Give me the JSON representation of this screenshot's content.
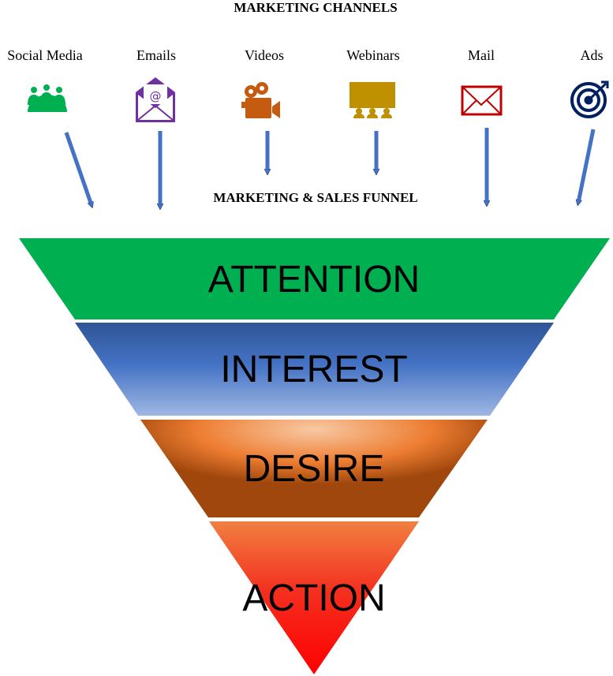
{
  "title": "MARKETING CHANNELS",
  "subtitle": "MARKETING & SALES FUNNEL",
  "channels": [
    {
      "label": "Social Media",
      "icon": "people-group-icon",
      "color": "#00b050"
    },
    {
      "label": "Emails",
      "icon": "email-open-icon",
      "color": "#7030a0"
    },
    {
      "label": "Videos",
      "icon": "video-camera-icon",
      "color": "#c55a11"
    },
    {
      "label": "Webinars",
      "icon": "presentation-audience-icon",
      "color": "#bf9000"
    },
    {
      "label": "Mail",
      "icon": "envelope-icon",
      "color": "#c00000"
    },
    {
      "label": "Ads",
      "icon": "target-icon",
      "color": "#002060"
    }
  ],
  "funnel": [
    {
      "label": "ATTENTION",
      "color": "#00b050"
    },
    {
      "label": "INTEREST",
      "color": "#4472c4"
    },
    {
      "label": "DESIRE",
      "color": "#c55a11"
    },
    {
      "label": "ACTION",
      "color": "#ff0000"
    }
  ],
  "arrow_color": "#4472c4"
}
